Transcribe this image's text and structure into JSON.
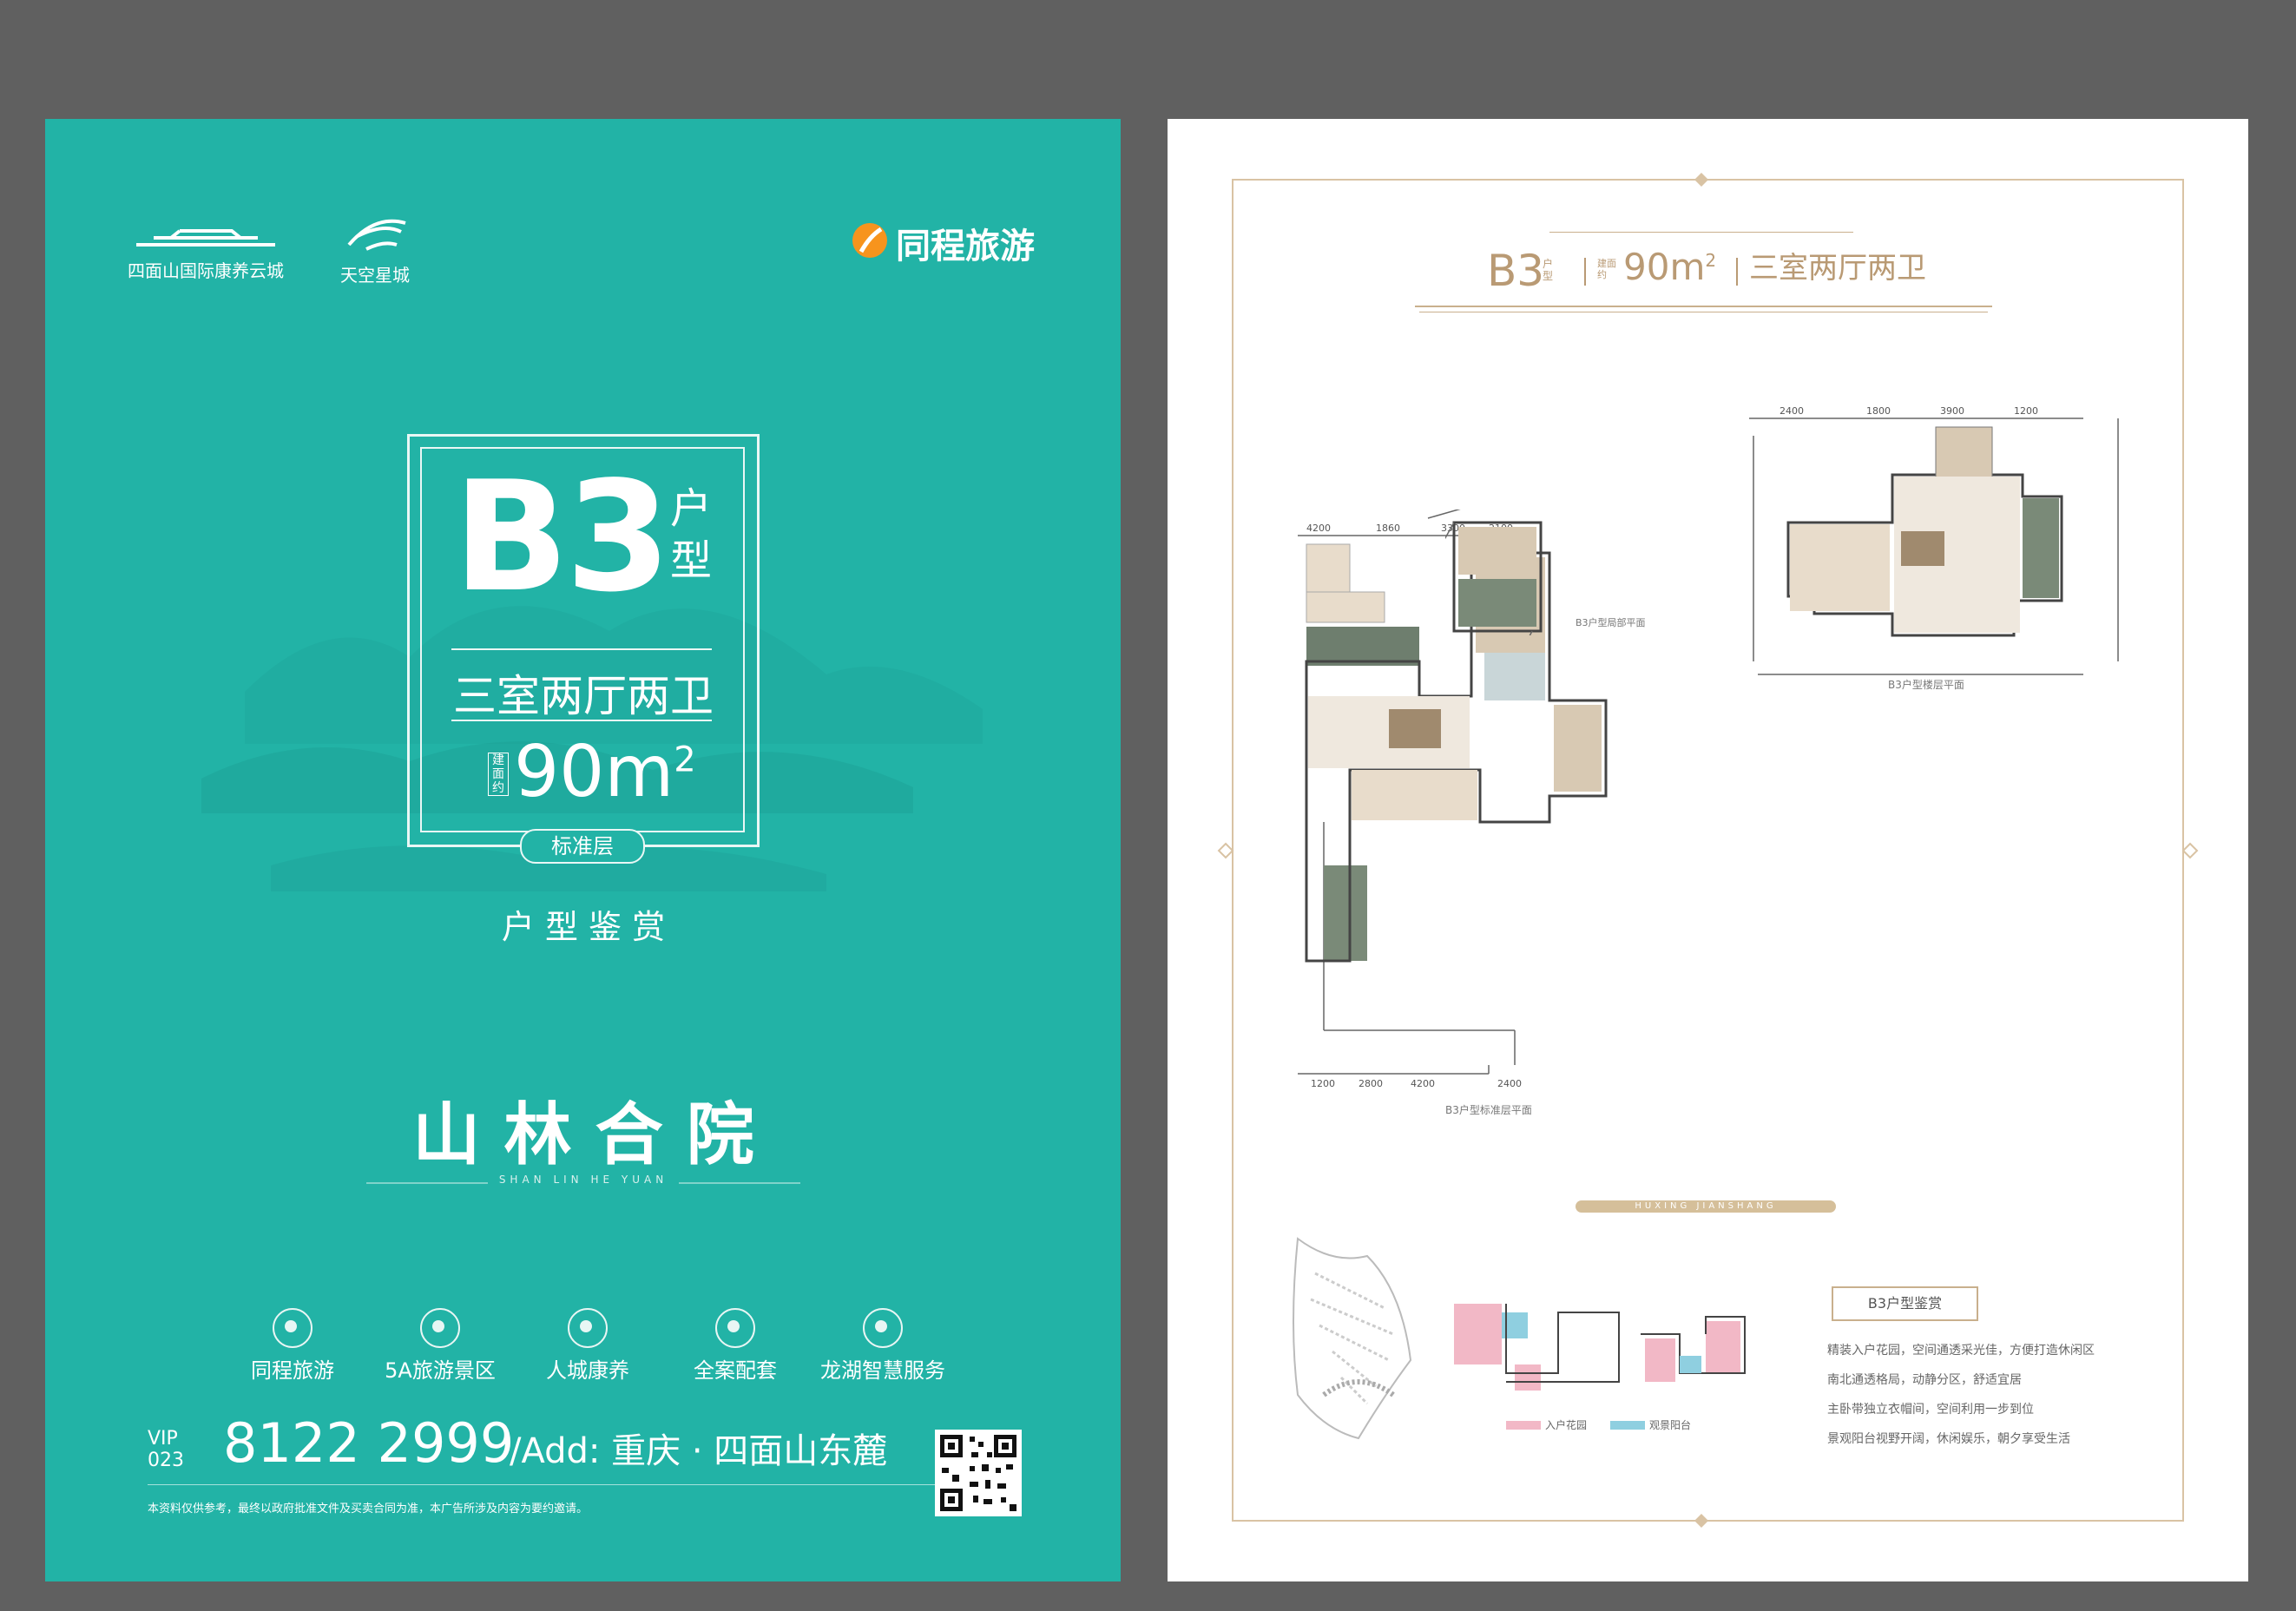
{
  "left": {
    "logo1_label": "四面山国际康养云城",
    "logo2_label": "天空星城",
    "brand_label": "同程旅游",
    "unit_code": "B3",
    "unit_suffix_1": "户",
    "unit_suffix_2": "型",
    "rooms": "三室两厅两卫",
    "area_prefix": "建面约",
    "area": "90m",
    "area_sup": "2",
    "tag": "标准层",
    "appreciation": "户 型 鉴 赏",
    "project_name": "山 林 合 院",
    "project_pinyin": "SHAN LIN HE YUAN",
    "features": [
      "同程旅游",
      "5A旅游景区",
      "人城康养",
      "全案配套",
      "龙湖智慧服务"
    ],
    "vip_label": "VIP",
    "area_code": "023",
    "phone": "8122 2999",
    "address": "/Add: 重庆 · 四面山东麓",
    "disclaimer": "本资料仅供参考，最终以政府批准文件及买卖合同为准，本广告所涉及内容为要约邀请。"
  },
  "right": {
    "unit_code": "B3",
    "unit_suffix": "户型",
    "area_prefix": "建面约",
    "area": "90m",
    "area_sup": "2",
    "rooms": "三室两厅两卫",
    "plan_a_caption": "B3户型标准层平面",
    "plan_b_caption": "B3户型楼层平面",
    "detail_caption": "B3户型局部平面",
    "ribbon": "HUXING JIANSHANG",
    "appreciation_title": "B3户型鉴赏",
    "appreciation_points": [
      "精装入户花园，空间通透采光佳，方便打造休闲区",
      "南北通透格局，动静分区，舒适宜居",
      "主卧带独立衣帽间，空间利用一步到位",
      "景观阳台视野开阔，休闲娱乐，朝夕享受生活"
    ],
    "legend_1": "入户花园",
    "legend_2": "观景阳台"
  },
  "colors": {
    "teal": "#22b3a6",
    "gold": "#b99a74",
    "pink": "#f2b8c6",
    "blue": "#8fcfe0"
  }
}
